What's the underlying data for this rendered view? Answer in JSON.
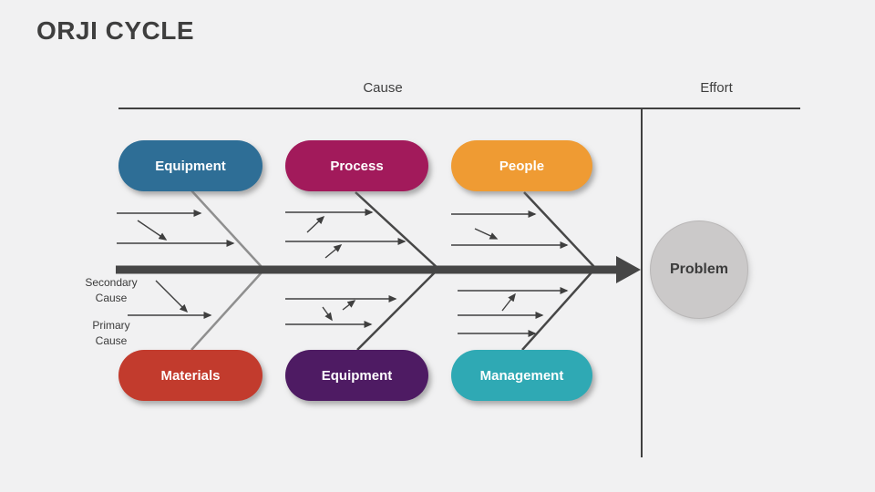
{
  "slide": {
    "title": "ORJI CYCLE",
    "background_color": "#F1F1F2",
    "frame_line_color": "#404040",
    "spine_color": "#464646"
  },
  "header": {
    "cause": "Cause",
    "effort": "Effort"
  },
  "branch_labels": {
    "secondary": "Secondary Cause",
    "primary": "Primary Cause"
  },
  "categories": {
    "top": [
      {
        "label": "Equipment",
        "color": "#2E6E96"
      },
      {
        "label": "Process",
        "color": "#A21A5B"
      },
      {
        "label": "People",
        "color": "#EF9B33"
      }
    ],
    "bottom": [
      {
        "label": "Materials",
        "color": "#C23B2D"
      },
      {
        "label": "Equipment",
        "color": "#4E1B63"
      },
      {
        "label": "Management",
        "color": "#2FA9B4"
      }
    ]
  },
  "effect": {
    "label": "Problem",
    "fill": "#CBC9C9"
  }
}
